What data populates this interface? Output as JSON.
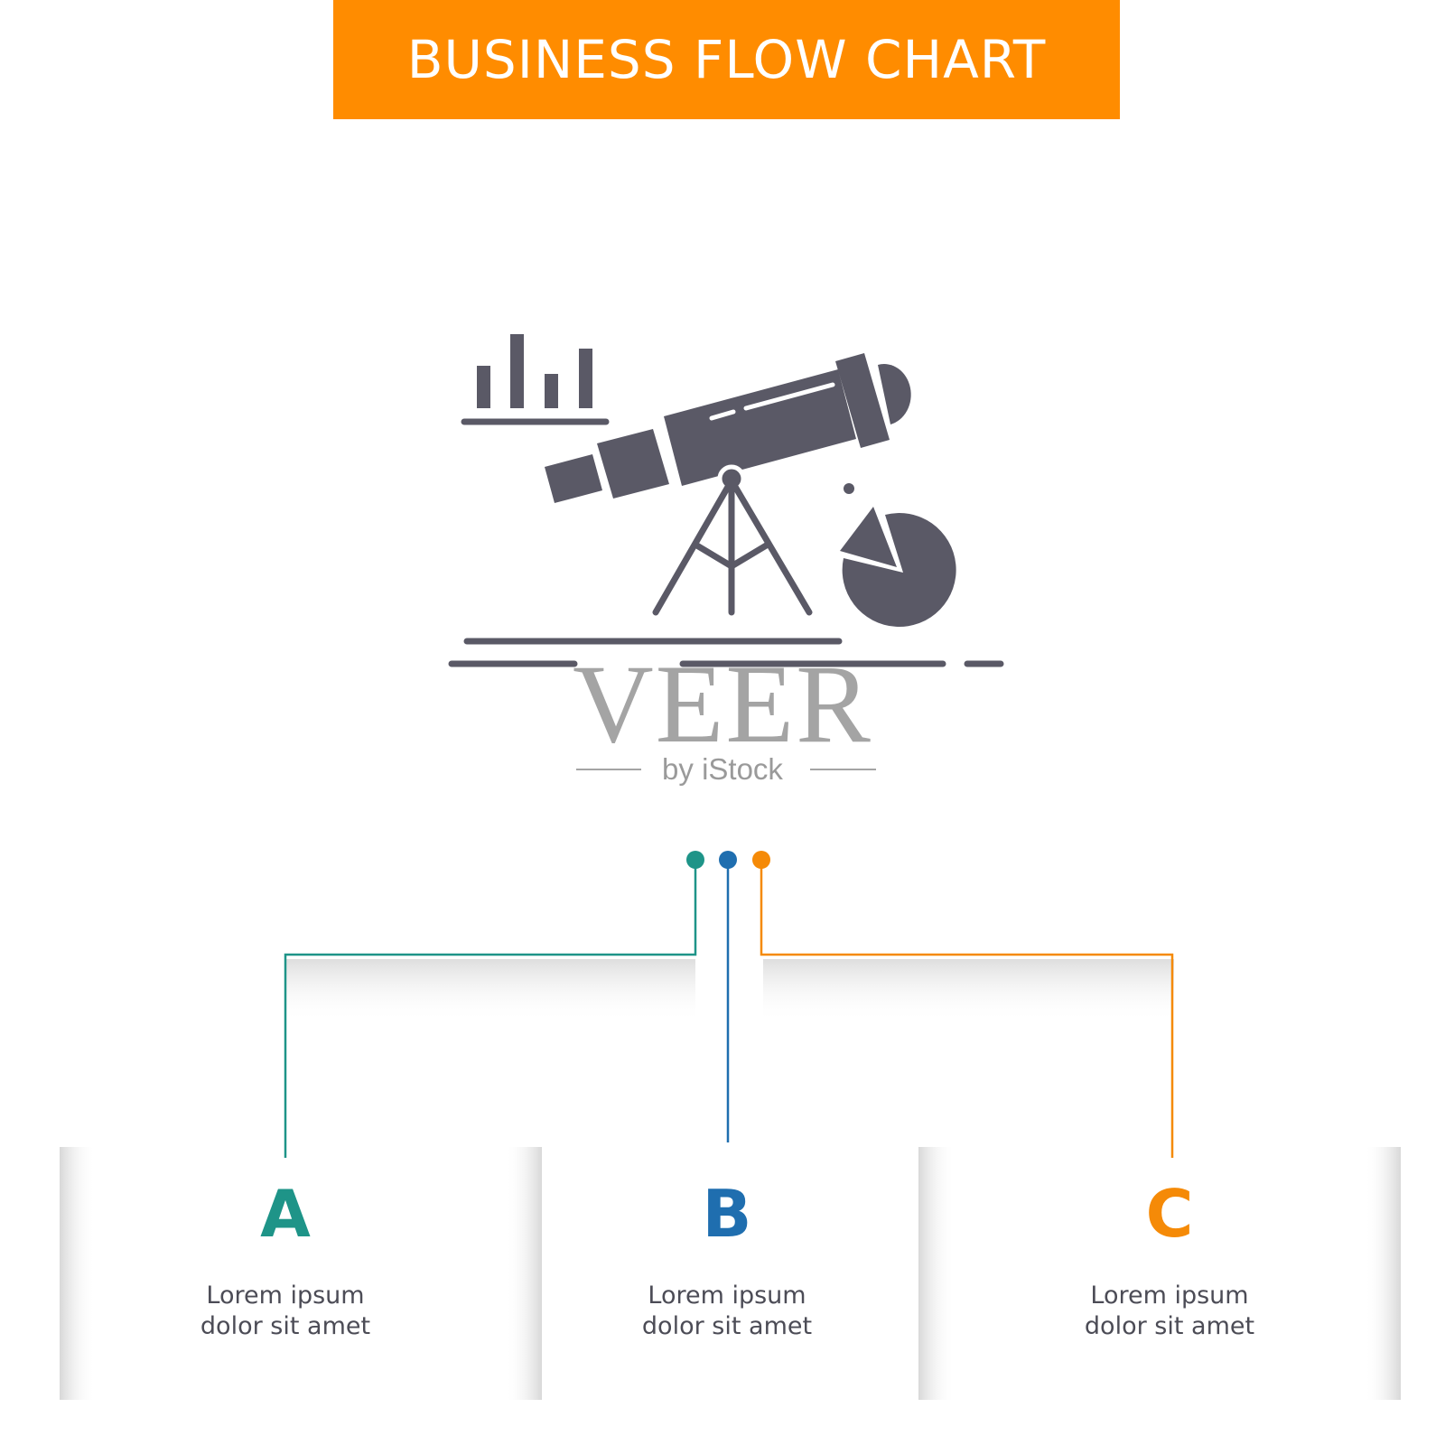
{
  "header": {
    "title": "BUSINESS FLOW CHART",
    "background": "#ff8c00"
  },
  "icon": {
    "name": "telescope-analytics-icon",
    "color": "#5a5966"
  },
  "watermark": {
    "title": "VEER",
    "subtitle": "by iStock"
  },
  "steps": [
    {
      "letter": "A",
      "line1": "Lorem ipsum",
      "line2": "dolor sit amet",
      "color": "#1e9488"
    },
    {
      "letter": "B",
      "line1": "Lorem ipsum",
      "line2": "dolor sit amet",
      "color": "#1f6eaf"
    },
    {
      "letter": "C",
      "line1": "Lorem ipsum",
      "line2": "dolor sit amet",
      "color": "#f58a07"
    }
  ]
}
